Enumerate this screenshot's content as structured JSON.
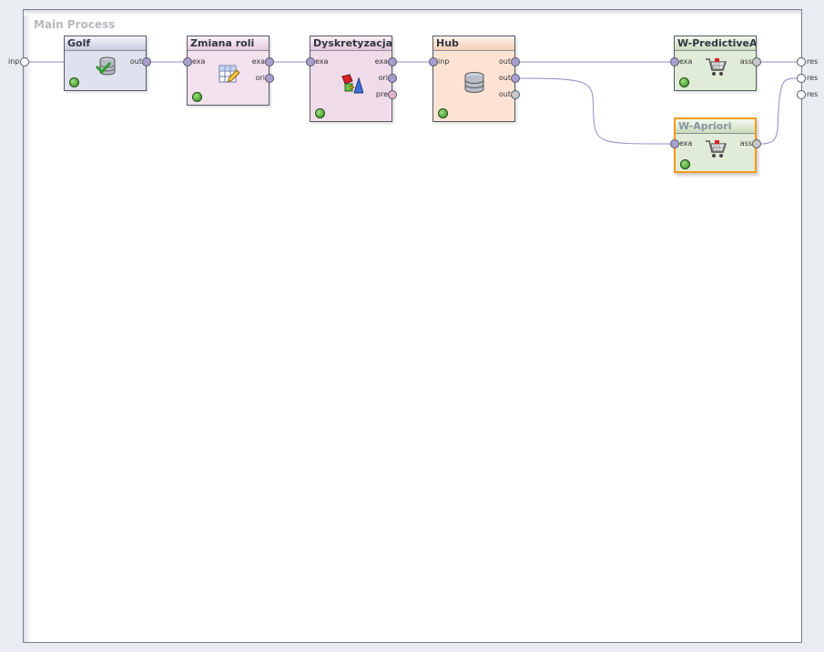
{
  "process": {
    "title": "Main Process"
  },
  "external": {
    "input": "inp",
    "outputs": [
      "res",
      "res",
      "res"
    ]
  },
  "colors": {
    "retrieve_bg": "#dfe1ee",
    "retrieve_hdr": "#c9cce1",
    "role_bg": "#f3e1ee",
    "role_hdr": "#e6c8de",
    "discretize_bg": "#f0dbe9",
    "discretize_hdr": "#e3c4d9",
    "hub_bg": "#fde3d3",
    "hub_hdr": "#f5cdb4",
    "weka_bg": "#e0ecd7",
    "weka_hdr": "#c8dcbb",
    "port_data": "#a99ed0",
    "port_model": "#c9c9c9",
    "port_pre": "#e3b6cc",
    "wire": "#9489c6",
    "selected_border": "#f39a1c"
  },
  "operators": {
    "golf": {
      "name": "Golf",
      "out": [
        "out"
      ],
      "icon": "database-retrieve-icon"
    },
    "role": {
      "name": "Zmiana roli",
      "in": [
        "exa"
      ],
      "out": [
        "exa",
        "ori"
      ],
      "icon": "table-edit-icon"
    },
    "disc": {
      "name": "Dyskretyzacja",
      "in": [
        "exa"
      ],
      "out": [
        "exa",
        "ori",
        "pre"
      ],
      "icon": "shapes-icon"
    },
    "hub": {
      "name": "Hub",
      "in": [
        "inp"
      ],
      "out": [
        "out",
        "out",
        "out"
      ],
      "icon": "database-stack-icon"
    },
    "wpa": {
      "name": "W-PredictiveA...",
      "in": [
        "exa"
      ],
      "out": [
        "ass"
      ],
      "icon": "shopping-cart-icon"
    },
    "wap": {
      "name": "W-Apriori",
      "in": [
        "exa"
      ],
      "out": [
        "ass"
      ],
      "icon": "shopping-cart-icon"
    }
  }
}
